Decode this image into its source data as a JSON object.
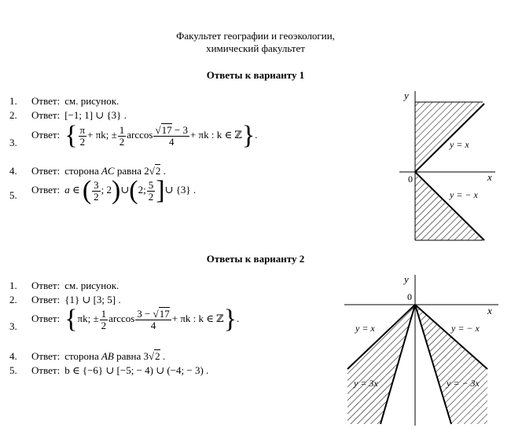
{
  "header": {
    "line1": "Факультет географии и геоэкологии,",
    "line2": "химический факультет"
  },
  "variant1": {
    "title": "Ответы к варианту 1",
    "answer_label": "Ответ:",
    "items": [
      {
        "num": "1.",
        "text": "см. рисунок."
      },
      {
        "num": "2.",
        "text": "[−1; 1] ∪ {3} ."
      },
      {
        "num": "3.",
        "text_a": "π",
        "text_b": "2",
        "text_c": "+ πk; ±",
        "text_d": "1",
        "text_e": "2",
        "text_f": "arccos",
        "text_g": "17",
        "text_h": "− 3",
        "text_i": "4",
        "text_j": "+ πk : k ∈ ℤ",
        "text_k": "."
      },
      {
        "num": "4.",
        "text_a": "сторона",
        "text_b": "AC",
        "text_c": "равна",
        "text_d": "2",
        "text_e": "2",
        "text_f": "."
      },
      {
        "num": "5.",
        "text_a": "a ∈",
        "text_b": "3",
        "text_c": "2",
        "text_d": "; 2",
        "text_e": "∪",
        "text_f": "2;",
        "text_g": "5",
        "text_h": "2",
        "text_i": "∪ {3} ."
      }
    ],
    "graph": {
      "y_axis": "y",
      "x_axis": "x",
      "origin": "0",
      "line_upper": "y = x",
      "line_lower": "y = − x"
    }
  },
  "variant2": {
    "title": "Ответы к варианту 2",
    "answer_label": "Ответ:",
    "items": [
      {
        "num": "1.",
        "text": "см. рисунок."
      },
      {
        "num": "2.",
        "text": "{1} ∪ [3; 5] ."
      },
      {
        "num": "3.",
        "text_a": "πk; ±",
        "text_b": "1",
        "text_c": "2",
        "text_d": "arccos",
        "text_e": "3 −",
        "text_f": "17",
        "text_g": "4",
        "text_h": "+ πk : k ∈ ℤ",
        "text_i": "."
      },
      {
        "num": "4.",
        "text_a": "сторона",
        "text_b": "AB",
        "text_c": "равна 3",
        "text_d": "2",
        "text_e": "."
      },
      {
        "num": "5.",
        "text": "b ∈ {−6} ∪ [−5; − 4) ∪ (−4; − 3) ."
      }
    ],
    "graph": {
      "y_axis": "y",
      "x_axis": "x",
      "origin": "0",
      "line_left": "y = x",
      "line_right": "y = − x",
      "line_left_steep": "y = 3x",
      "line_right_steep": "y = − 3x"
    }
  }
}
